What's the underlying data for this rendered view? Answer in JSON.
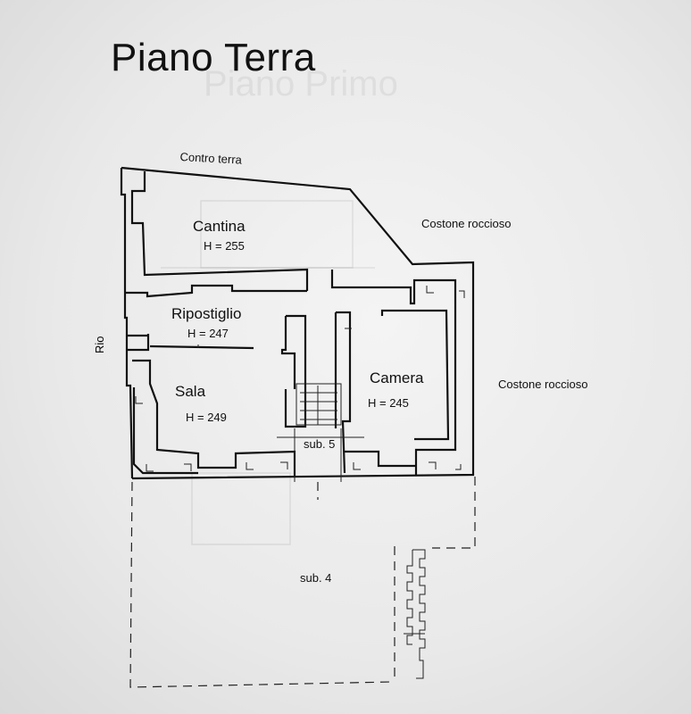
{
  "title": "Piano Terra",
  "ghost_title": "Piano Primo",
  "rooms": [
    {
      "name": "Cantina",
      "height": "H = 255"
    },
    {
      "name": "Ripostiglio",
      "height": "H = 247"
    },
    {
      "name": "Sala",
      "height": "H = 249"
    },
    {
      "name": "Camera",
      "height": "H = 245"
    }
  ],
  "annotations": {
    "contro_terra": "Contro terra",
    "costone_top": "Costone roccioso",
    "costone_right": "Costone roccioso",
    "rio": "Rio",
    "sub5": "sub. 5",
    "sub4": "sub. 4"
  }
}
